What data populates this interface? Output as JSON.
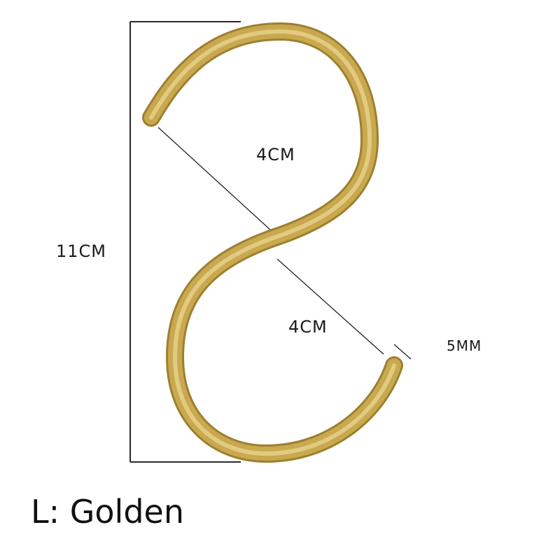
{
  "diagram": {
    "subject": "S-hook",
    "color_name": "Golden",
    "colors": {
      "hook_base": "#C9A94F",
      "hook_dark": "#9E7F2E",
      "hook_highlight": "#EFDD9A",
      "dimension_line": "#2a2a2a",
      "text": "#1a1a1a"
    },
    "dimensions": {
      "height": "11CM",
      "upper_opening": "4CM",
      "lower_opening": "4CM",
      "wire_thickness": "5MM"
    }
  },
  "caption": {
    "variant_prefix": "L:",
    "variant_name": "Golden"
  }
}
